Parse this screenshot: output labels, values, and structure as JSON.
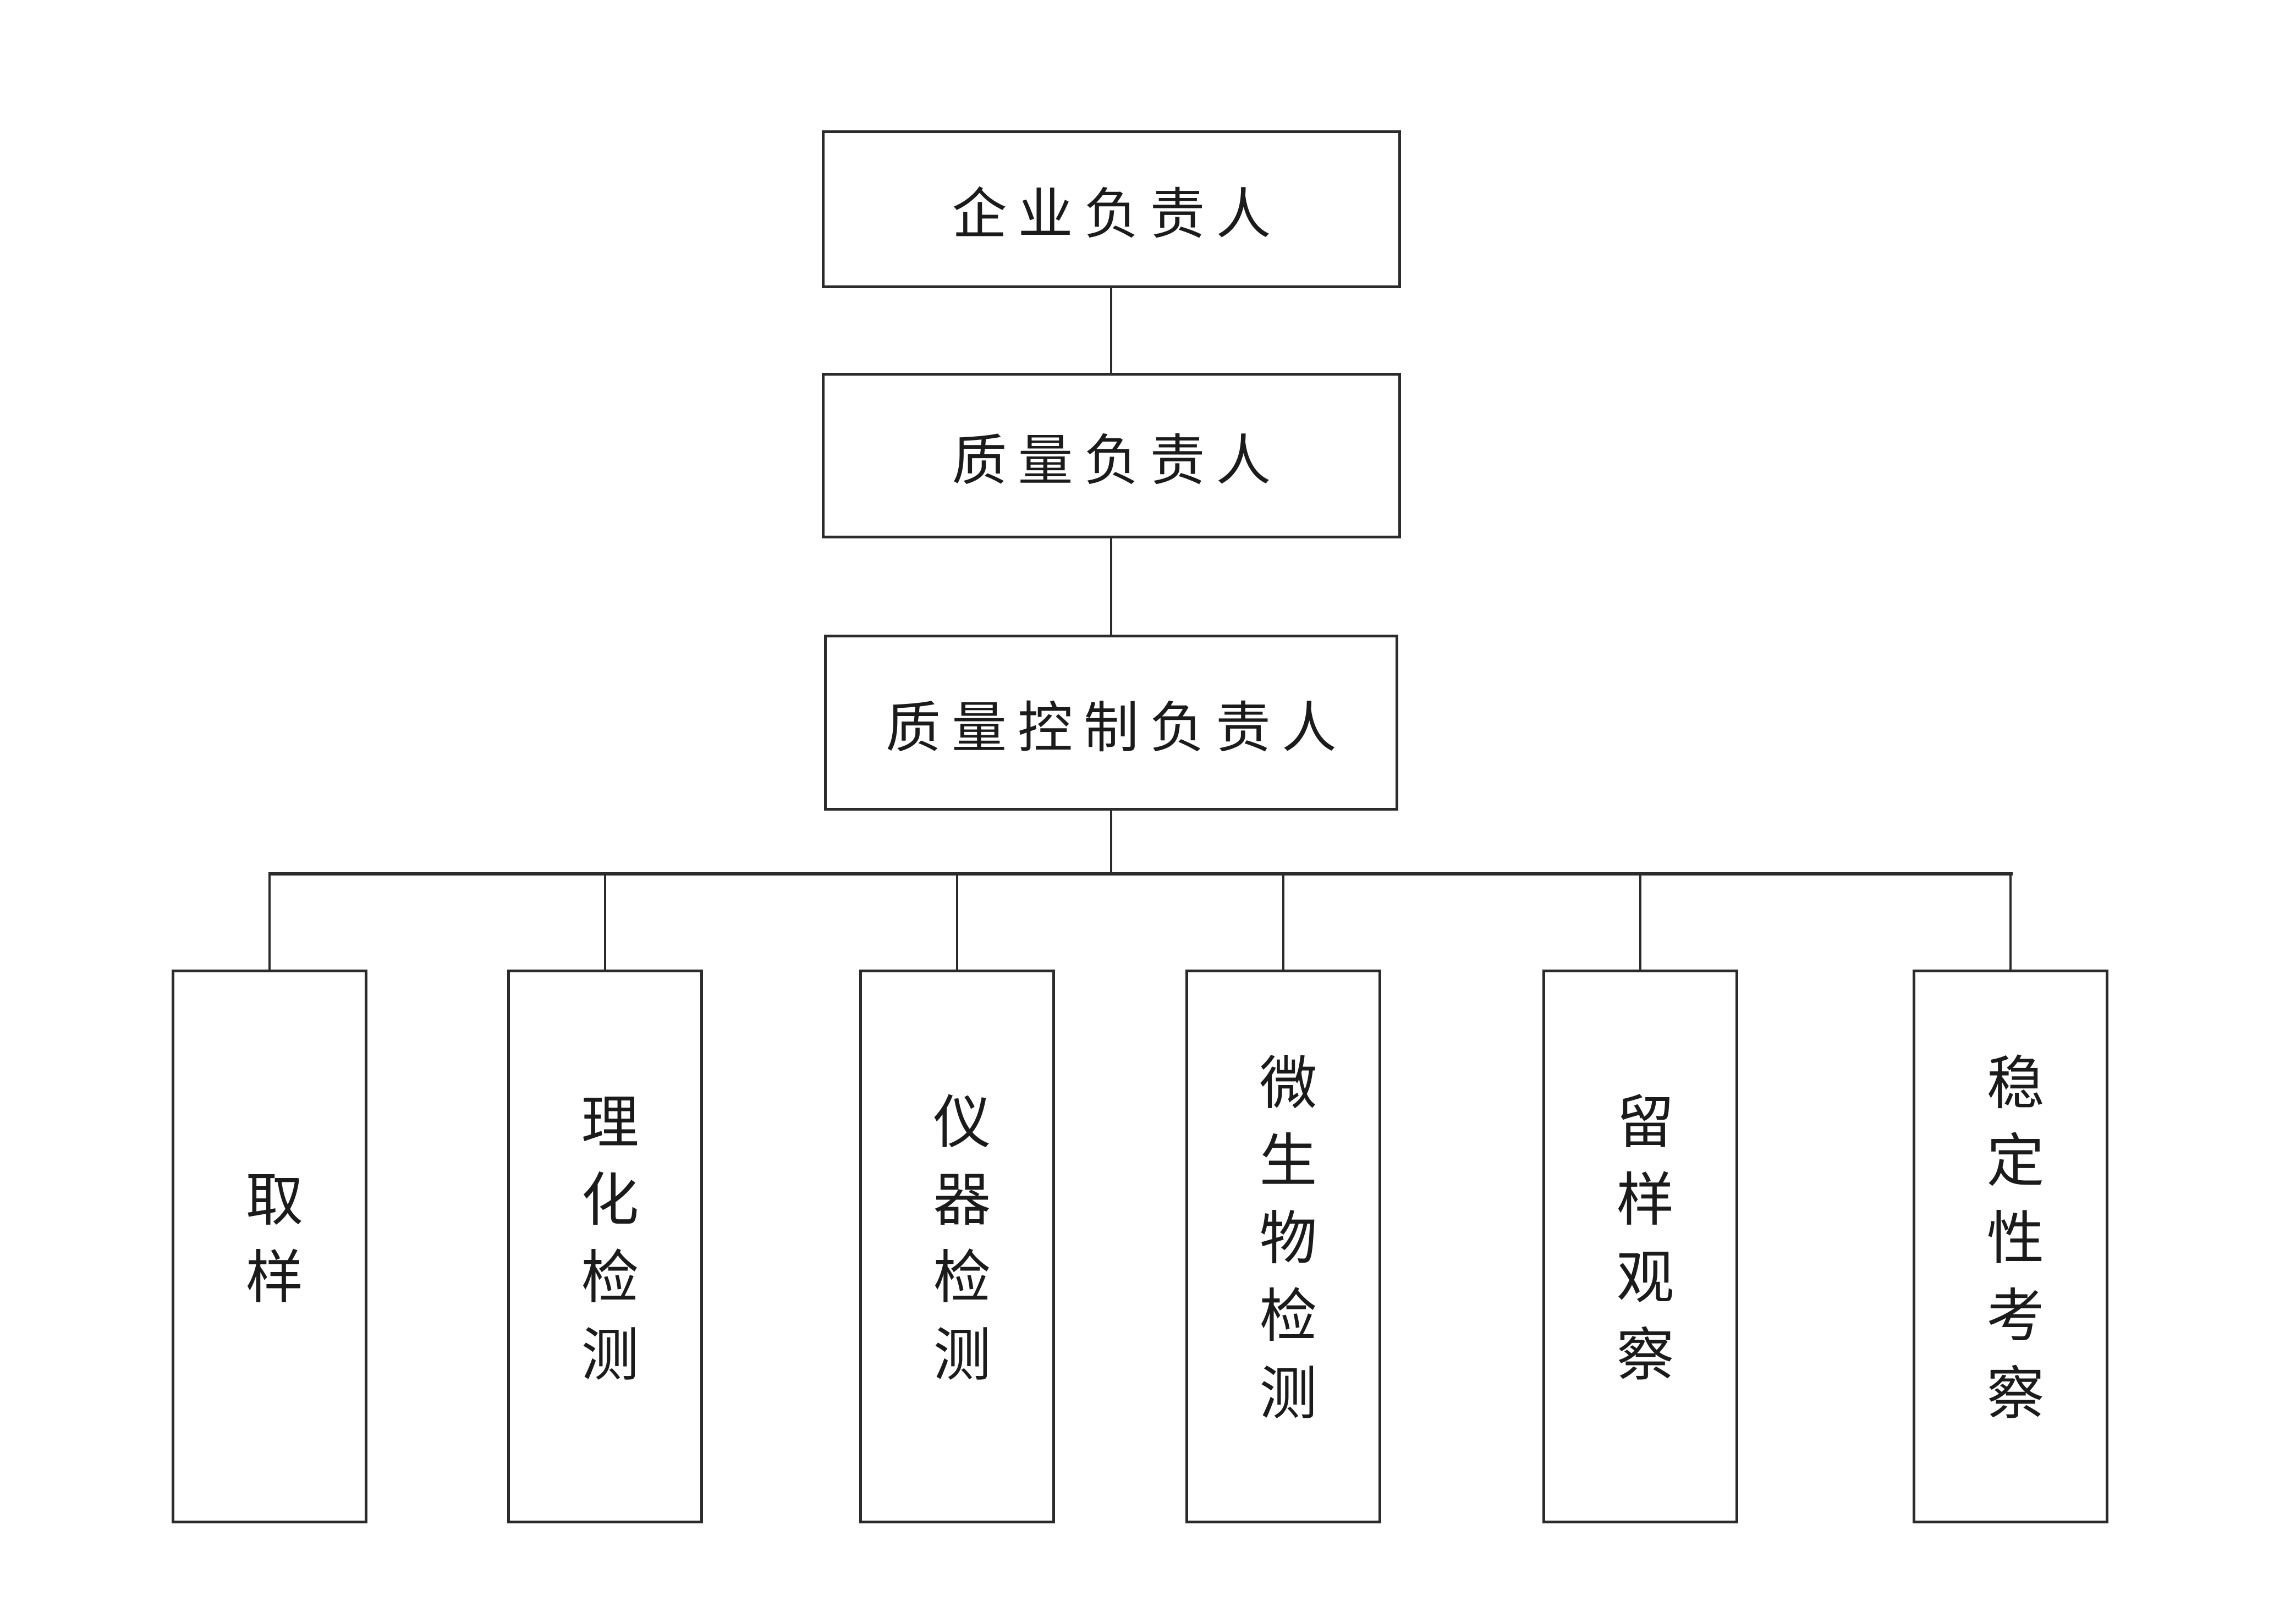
{
  "diagram": {
    "type": "organization-chart",
    "levels": [
      "企业负责人",
      "质量负责人",
      "质量控制负责人"
    ],
    "departments": [
      "取样",
      "理化检测",
      "仪器检测",
      "微生物检测",
      "留样观察",
      "稳定性考察"
    ]
  },
  "colors": {
    "background": "#ffffff",
    "line": "#2b2b2b",
    "text": "#1b1b1b"
  }
}
